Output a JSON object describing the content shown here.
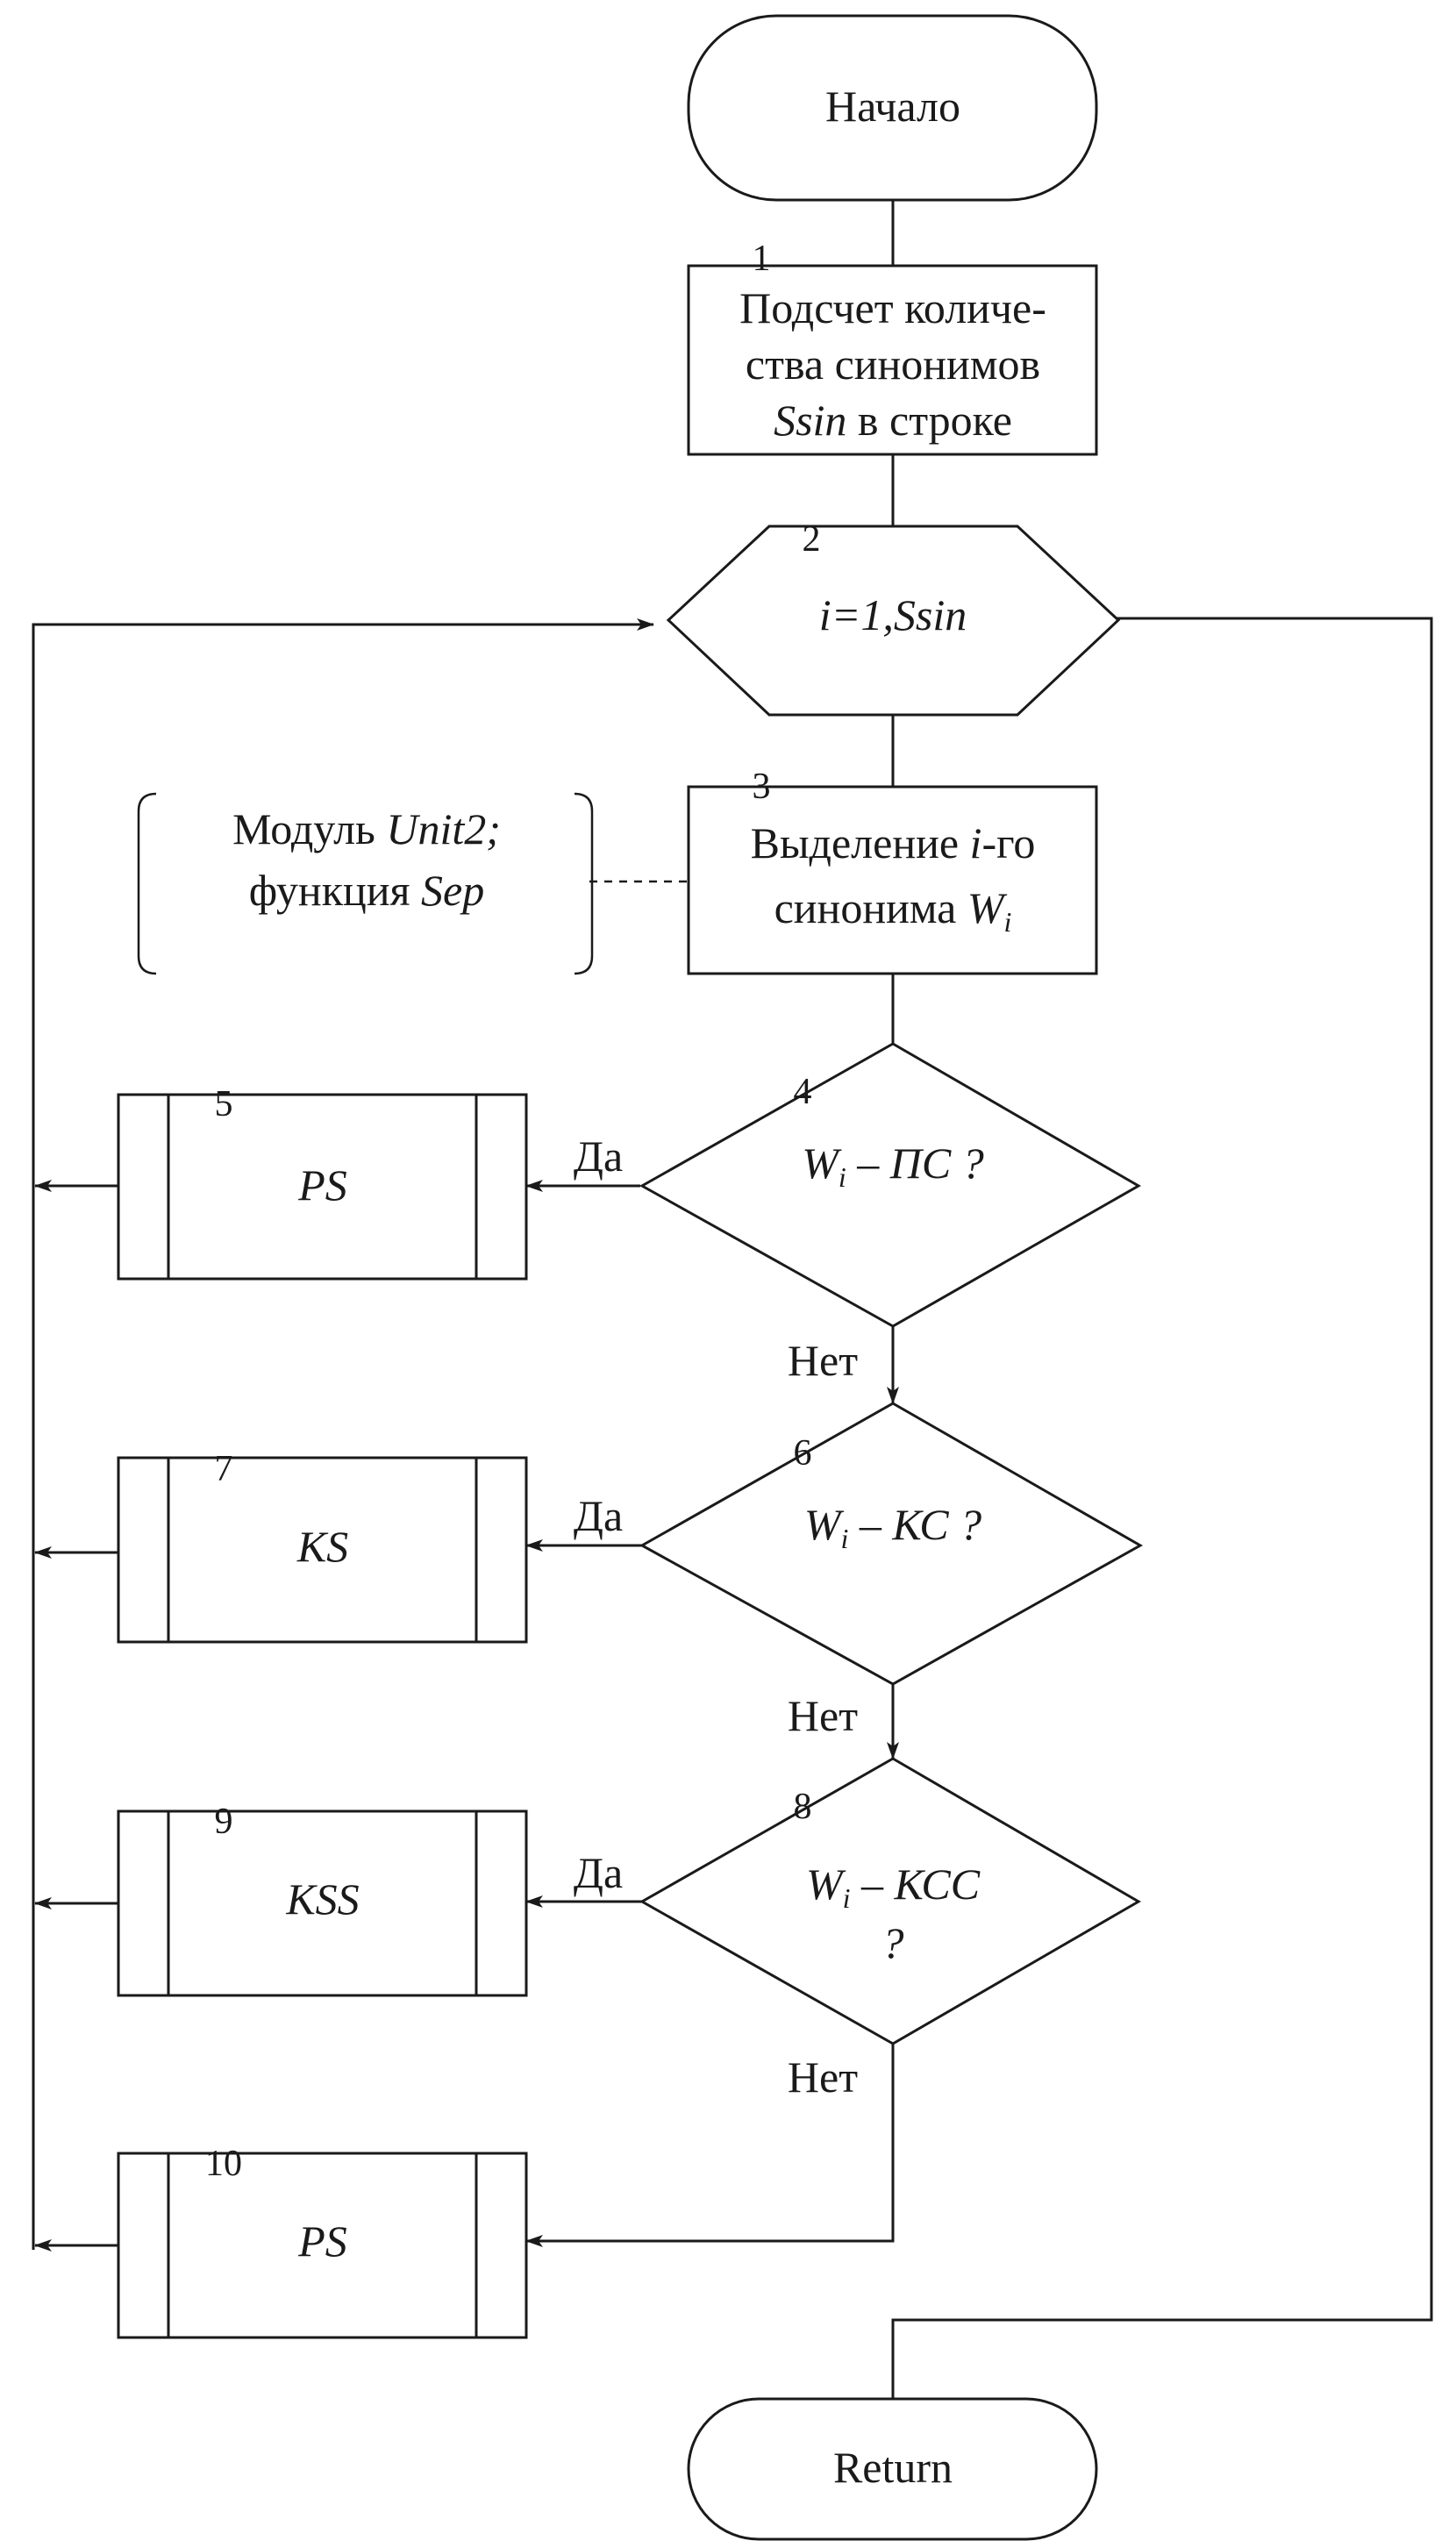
{
  "start": {
    "label": "Начало"
  },
  "end": {
    "label": "Return"
  },
  "block1": {
    "number": "1",
    "line1": "Подсчет количе-",
    "line2": "ства синонимов",
    "line3_var": "Ssin",
    "line3_rest": " в строке"
  },
  "block2": {
    "number": "2",
    "label": "i=1,Ssin"
  },
  "block3": {
    "number": "3",
    "line1_pre": "Выделение ",
    "line1_var": "i",
    "line1_post": "-го",
    "line2_pre": "синонима ",
    "line2_var": "W",
    "line2_sub": "i"
  },
  "comment": {
    "line1_pre": "Модуль ",
    "line1_var": "Unit2;",
    "line2_pre": "функция ",
    "line2_var": "Sep"
  },
  "decision4": {
    "number": "4",
    "var": "W",
    "sub": "i",
    "rest": " – ПС ?"
  },
  "decision6": {
    "number": "6",
    "var": "W",
    "sub": "i",
    "rest": " – КС ?"
  },
  "decision8": {
    "number": "8",
    "var": "W",
    "sub": "i",
    "rest": " – КСС",
    "line2": "?"
  },
  "proc5": {
    "number": "5",
    "label": "PS"
  },
  "proc7": {
    "number": "7",
    "label": "KS"
  },
  "proc9": {
    "number": "9",
    "label": "KSS"
  },
  "proc10": {
    "number": "10",
    "label": "PS"
  },
  "branch_labels": {
    "yes": "Да",
    "no": "Нет"
  }
}
